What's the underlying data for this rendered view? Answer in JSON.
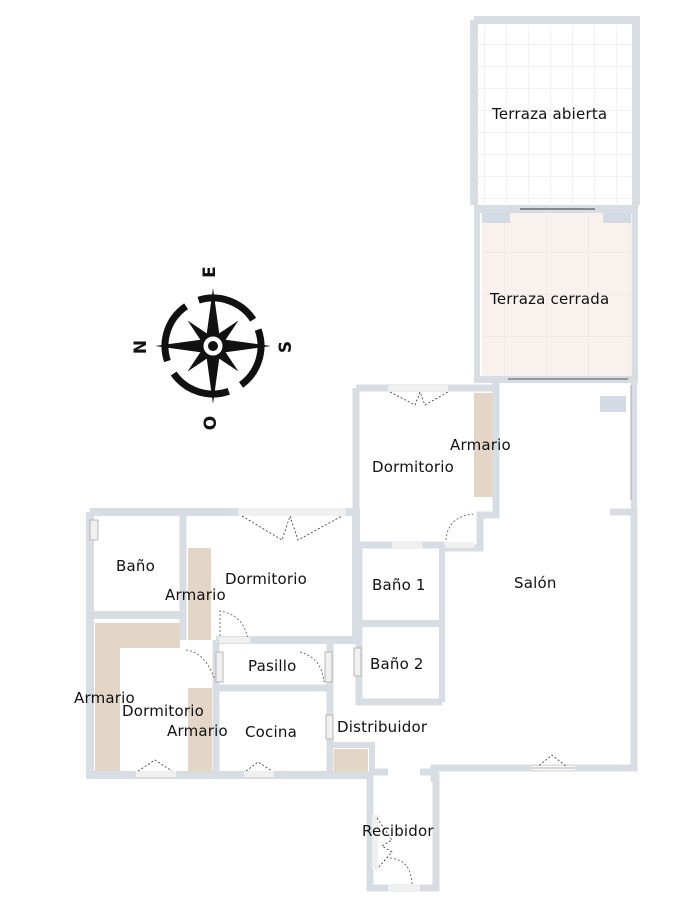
{
  "colors": {
    "wall": "#d8dde4",
    "wall_edge": "#c4cad3",
    "closet": "#e3d6c6",
    "terraza_cerrada_floor": "#f8f1ee",
    "terraza_abierta_grid": "#e6e6e6",
    "text": "#111111",
    "compass": "#111111"
  },
  "compass": {
    "top": "E",
    "left": "N",
    "right": "S",
    "bottom": "O"
  },
  "rooms": [
    {
      "id": "terraza-abierta",
      "label": "Terraza abierta"
    },
    {
      "id": "terraza-cerrada",
      "label": "Terraza cerrada"
    },
    {
      "id": "armario-dormitorio-1",
      "label": "Armario"
    },
    {
      "id": "dormitorio-1",
      "label": "Dormitorio"
    },
    {
      "id": "salon",
      "label": "Salón"
    },
    {
      "id": "bano-1",
      "label": "Baño 1"
    },
    {
      "id": "bano-2",
      "label": "Baño 2"
    },
    {
      "id": "distribuidor",
      "label": "Distribuidor"
    },
    {
      "id": "recibidor",
      "label": "Recibidor"
    },
    {
      "id": "bano",
      "label": "Baño"
    },
    {
      "id": "armario-dormitorio-2",
      "label": "Armario"
    },
    {
      "id": "dormitorio-2",
      "label": "Dormitorio"
    },
    {
      "id": "pasillo",
      "label": "Pasillo"
    },
    {
      "id": "armario-left",
      "label": "Armario"
    },
    {
      "id": "dormitorio-3",
      "label": "Dormitorio"
    },
    {
      "id": "armario-dormitorio-3",
      "label": "Armario"
    },
    {
      "id": "cocina",
      "label": "Cocina"
    }
  ]
}
